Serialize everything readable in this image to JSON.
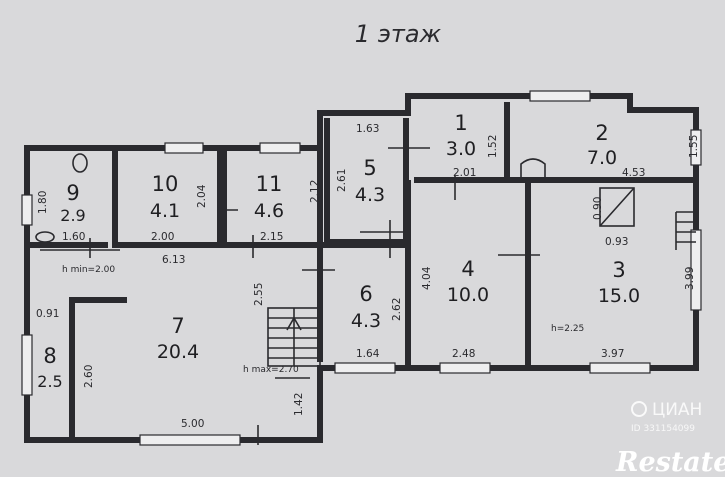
{
  "title": "1 этаж",
  "rooms": [
    {
      "id": "room-1",
      "number": "1",
      "area": "3.0"
    },
    {
      "id": "room-2",
      "number": "2",
      "area": "7.0"
    },
    {
      "id": "room-3",
      "number": "3",
      "area": "15.0"
    },
    {
      "id": "room-4",
      "number": "4",
      "area": "10.0"
    },
    {
      "id": "room-5",
      "number": "5",
      "area": "4.3"
    },
    {
      "id": "room-6",
      "number": "6",
      "area": "4.3"
    },
    {
      "id": "room-7",
      "number": "7",
      "area": "20.4"
    },
    {
      "id": "room-8",
      "number": "8",
      "area": "2.5"
    },
    {
      "id": "room-9",
      "number": "9",
      "area": "2.9"
    },
    {
      "id": "room-10",
      "number": "10",
      "area": "4.1"
    },
    {
      "id": "room-11",
      "number": "11",
      "area": "4.6"
    }
  ],
  "dimensions": [
    "1.63",
    "1.52",
    "1.55",
    "2.01",
    "4.53",
    "2.61",
    "2.04",
    "2.12",
    "1.80",
    "1.60",
    "2.00",
    "2.15",
    "6.13",
    "0.90",
    "0.93",
    "4.04",
    "3.99",
    "2.55",
    "2.62",
    "0.91",
    "2.60",
    "1.64",
    "2.48",
    "3.97",
    "1.42",
    "5.00"
  ],
  "notes": {
    "h1": "h min=2.00",
    "h2": "h max=2.70",
    "h3": "h=2.25"
  },
  "watermark": {
    "logo": "ЦИАН",
    "id": "ID 331154099",
    "brand": "Restate"
  }
}
